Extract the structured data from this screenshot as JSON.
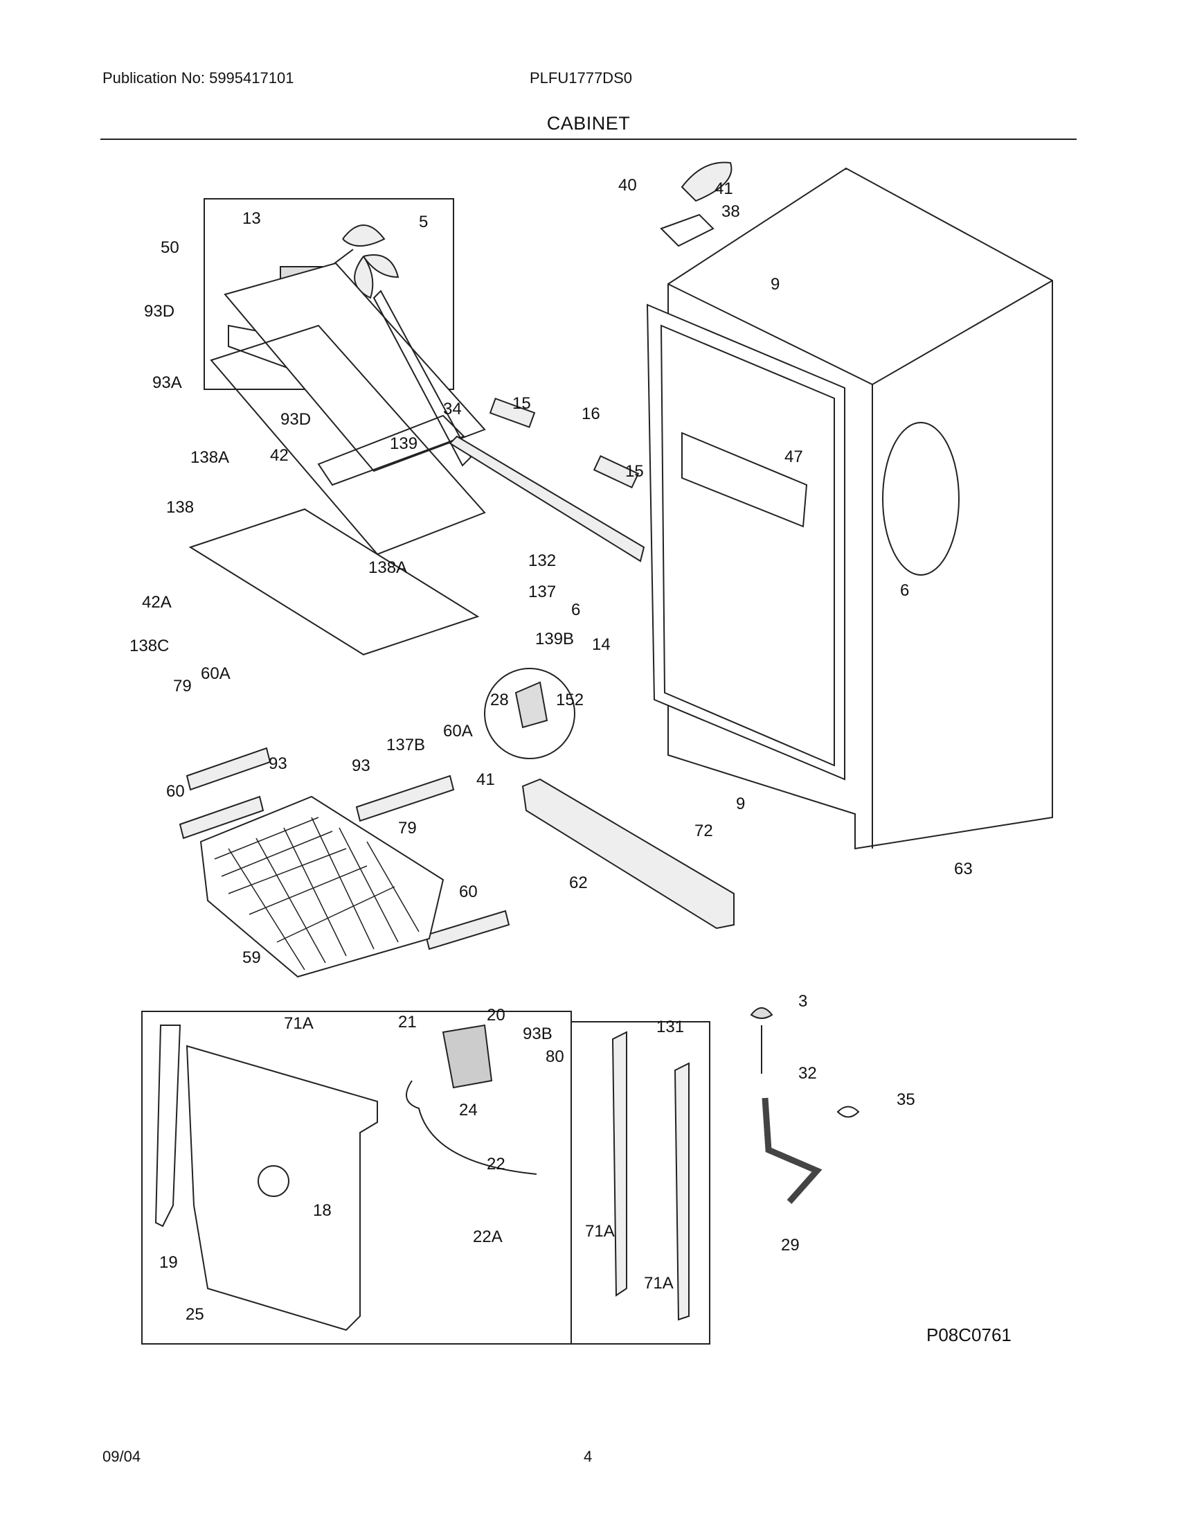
{
  "header": {
    "publication": "Publication No: 5995417101",
    "model": "PLFU1777DS0",
    "section_title": "CABINET"
  },
  "footer": {
    "date": "09/04",
    "page_number": "4"
  },
  "diagram_code": "P08C0761",
  "part_labels": [
    "13",
    "5",
    "50",
    "93D",
    "93A",
    "93D",
    "40",
    "41",
    "38",
    "9",
    "34",
    "15",
    "16",
    "15",
    "139",
    "138A",
    "42",
    "138",
    "132",
    "138A",
    "137",
    "42A",
    "138C",
    "139B",
    "47",
    "6",
    "6",
    "14",
    "28",
    "152",
    "79",
    "60A",
    "93",
    "41",
    "137B",
    "60A",
    "93",
    "79",
    "60",
    "9",
    "72",
    "62",
    "63",
    "59",
    "60",
    "3",
    "32",
    "35",
    "29",
    "71A",
    "21",
    "20",
    "93B",
    "80",
    "131",
    "24",
    "22",
    "18",
    "71A",
    "22A",
    "19",
    "71A",
    "25"
  ]
}
